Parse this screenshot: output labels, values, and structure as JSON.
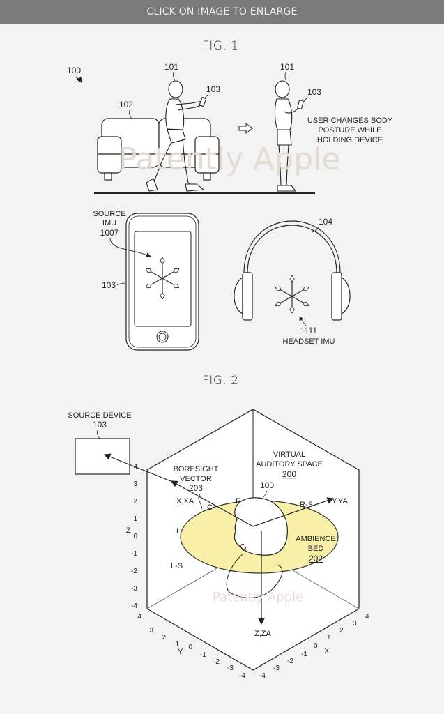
{
  "banner": {
    "label": "CLICK ON IMAGE TO ENLARGE"
  },
  "watermark": "Patently Apple",
  "fig1": {
    "title": "FIG. 1",
    "refs": {
      "system": "100",
      "user_walking": "101",
      "user_standing": "101",
      "sofa": "102",
      "device_walking": "103",
      "device_standing": "103",
      "headset": "104",
      "source_device": "103",
      "source_imu_num": "1007",
      "headset_imu_num": "1111"
    },
    "caption_lines": [
      "USER CHANGES BODY",
      "POSTURE WHILE",
      "HOLDING DEVICE"
    ],
    "source_imu_lines": [
      "SOURCE",
      "IMU"
    ],
    "headset_imu_label": "HEADSET IMU"
  },
  "fig2": {
    "title": "FIG. 2",
    "source_device_label": "SOURCE DEVICE",
    "source_device_num": "103",
    "boresight_lines": [
      "BORESIGHT",
      "VECTOR"
    ],
    "boresight_num": "203",
    "virtual_space_lines": [
      "VIRTUAL",
      "AUDITORY SPACE"
    ],
    "virtual_space_num": "200",
    "head_num": "100",
    "ambience_lines": [
      "AMBIENCE",
      "BED"
    ],
    "ambience_num": "202",
    "channels": {
      "c": "C",
      "l": "L",
      "r": "R",
      "ls": "L-S",
      "rs": "R-S"
    },
    "axes": {
      "x": "X,XA",
      "y": "Y,YA",
      "z": "Z,ZA",
      "z_side": "Z",
      "y_bottom": "Y",
      "x_bottom": "X"
    },
    "z_ticks": [
      "4",
      "3",
      "2",
      "1",
      "0",
      "-1",
      "-2",
      "-3",
      "-4"
    ],
    "y_ticks": [
      "4",
      "3",
      "2",
      "1",
      "0",
      "-1",
      "-2",
      "-3",
      "-4"
    ],
    "x_ticks": [
      "-4",
      "-3",
      "-2",
      "-1",
      "0",
      "1",
      "2",
      "3",
      "4"
    ],
    "colors": {
      "ambience_fill": "#f8f0a8",
      "line": "#222222"
    }
  }
}
